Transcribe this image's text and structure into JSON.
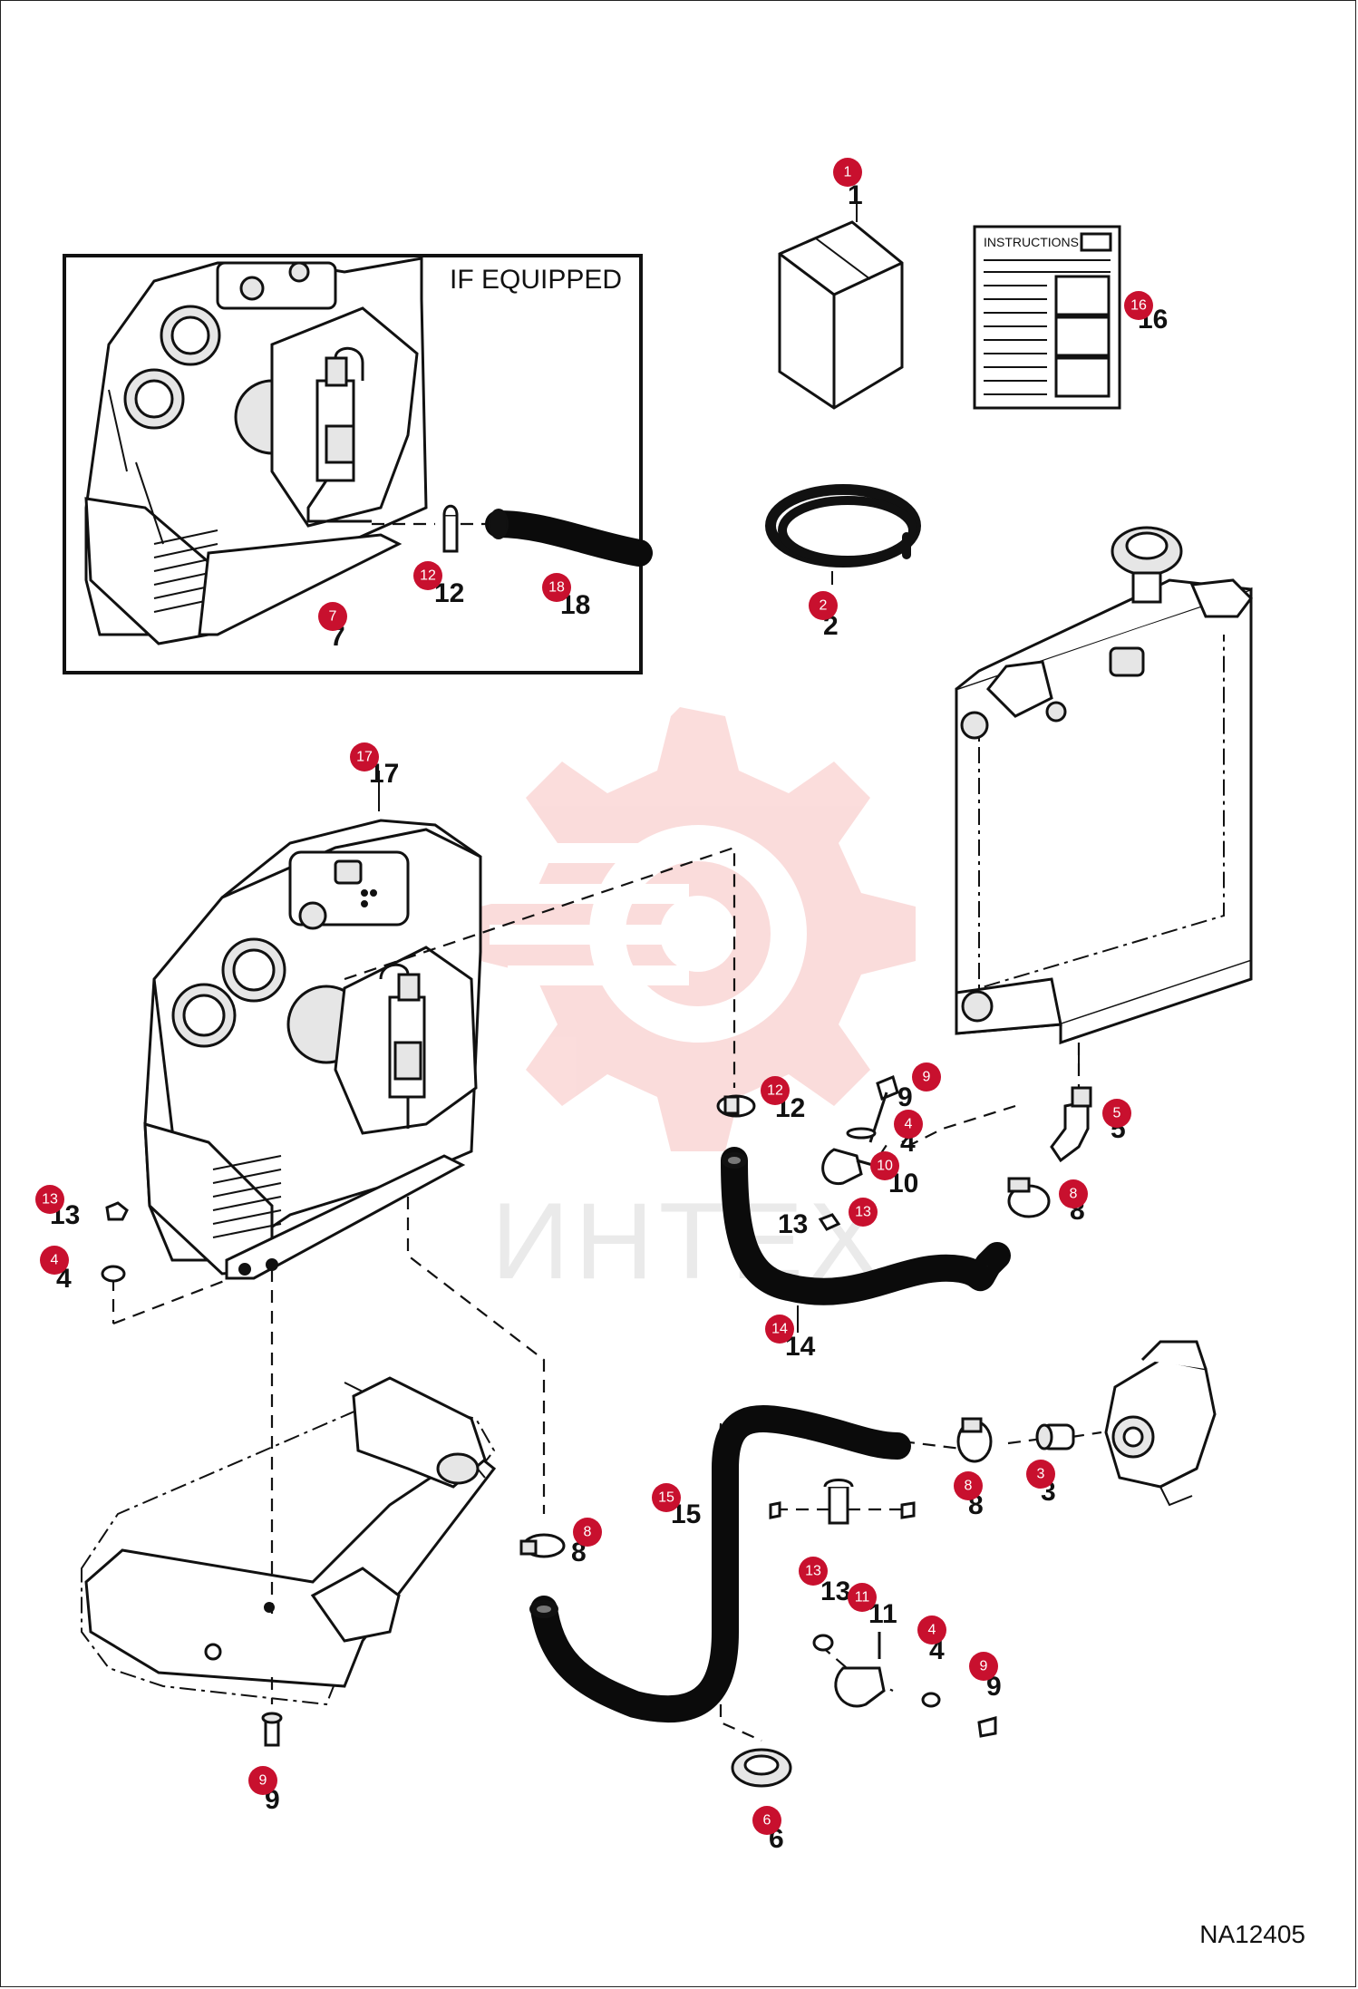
{
  "inset": {
    "label": "IF EQUIPPED"
  },
  "instructions": {
    "label": "INSTRUCTIONS"
  },
  "watermark": {
    "text": "ИНТЕХ"
  },
  "figure_code": "NA12405",
  "colors": {
    "badge": "#c8102e",
    "watermark": "#e5342f",
    "line": "#111111"
  },
  "callouts": [
    {
      "id": "1",
      "part": "1"
    },
    {
      "id": "2",
      "part": "2"
    },
    {
      "id": "3",
      "part": "3"
    },
    {
      "id": "4",
      "part": "4"
    },
    {
      "id": "5",
      "part": "5"
    },
    {
      "id": "6",
      "part": "6"
    },
    {
      "id": "7",
      "part": "7"
    },
    {
      "id": "8",
      "part": "8"
    },
    {
      "id": "9",
      "part": "9"
    },
    {
      "id": "10",
      "part": "10"
    },
    {
      "id": "11",
      "part": "11"
    },
    {
      "id": "12",
      "part": "12"
    },
    {
      "id": "13",
      "part": "13"
    },
    {
      "id": "14",
      "part": "14"
    },
    {
      "id": "15",
      "part": "15"
    },
    {
      "id": "16",
      "part": "16"
    },
    {
      "id": "17",
      "part": "17"
    },
    {
      "id": "18",
      "part": "18"
    }
  ]
}
